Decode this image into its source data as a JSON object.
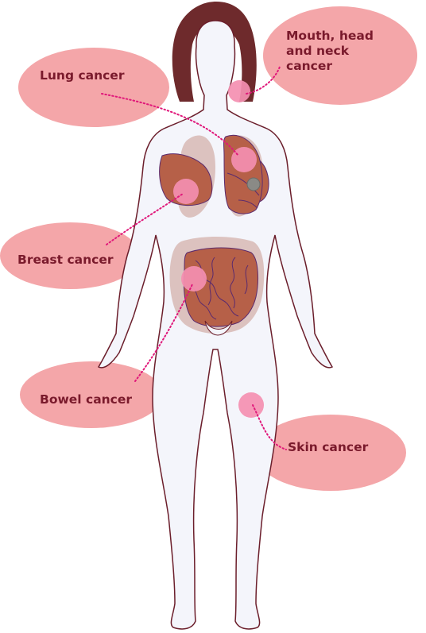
{
  "colors": {
    "background": "#ffffff",
    "body_fill": "#f4f5fb",
    "body_outline": "#6b1e2b",
    "hair": "#6e2a2c",
    "organ": "#b66048",
    "organ_outline": "#5a2a6e",
    "organ_shadow": "#d7b8b4",
    "highlight": "#f48fb1",
    "bubble": "#f4a6a9",
    "leader_line": "#e0187a",
    "label_text": "#7a1a2c"
  },
  "labels": {
    "mouth": "Mouth, head\nand neck\ncancer",
    "lung": "Lung cancer",
    "breast": "Breast cancer",
    "bowel": "Bowel cancer",
    "skin": "Skin cancer"
  }
}
